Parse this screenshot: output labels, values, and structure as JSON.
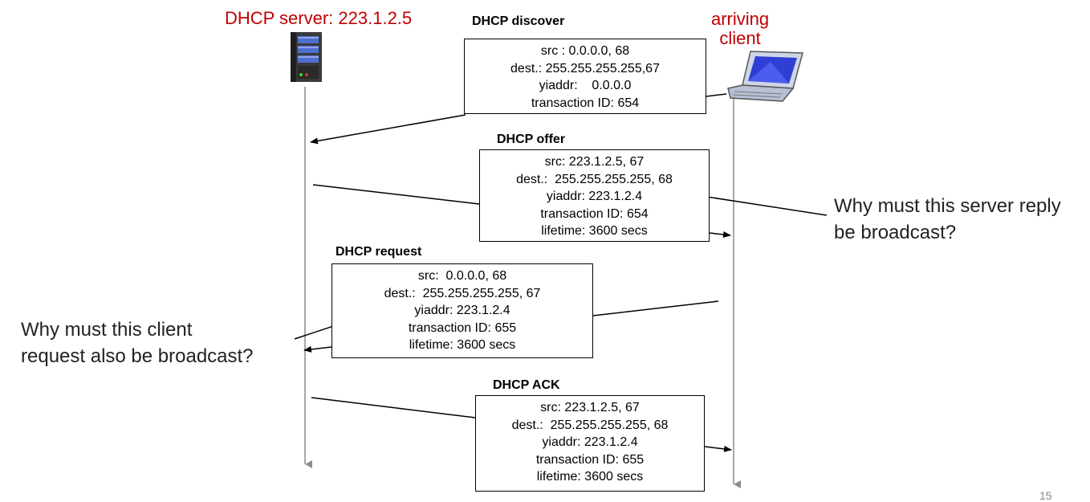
{
  "server_label": "DHCP server: 223.1.2.5",
  "client_label": [
    "arriving",
    "client"
  ],
  "messages": {
    "discover": {
      "title": "DHCP discover",
      "lines": [
        "src : 0.0.0.0, 68",
        "dest.: 255.255.255.255,67",
        "yiaddr:    0.0.0.0",
        "transaction ID: 654"
      ]
    },
    "offer": {
      "title": "DHCP offer",
      "lines": [
        "src: 223.1.2.5, 67",
        "dest.:  255.255.255.255, 68",
        "yiaddr: 223.1.2.4",
        "transaction ID: 654",
        "lifetime: 3600 secs"
      ]
    },
    "request": {
      "title": "DHCP request",
      "lines": [
        "src:  0.0.0.0, 68",
        "dest.:  255.255.255.255, 67",
        "yiaddr: 223.1.2.4",
        "transaction ID: 655",
        "lifetime: 3600 secs"
      ]
    },
    "ack": {
      "title": "DHCP ACK",
      "lines": [
        "src: 223.1.2.5, 67",
        "dest.:  255.255.255.255, 68",
        "yiaddr: 223.1.2.4",
        "transaction ID: 655",
        "lifetime: 3600 secs"
      ]
    }
  },
  "questions": {
    "server_reply": [
      "Why must this server reply",
      "be broadcast?"
    ],
    "client_request": [
      "Why must this client",
      "request also be broadcast?"
    ]
  },
  "page_number": "15",
  "icons": {
    "server": "server-icon",
    "client": "laptop-icon"
  },
  "colors": {
    "accent_red": "#c00000"
  }
}
